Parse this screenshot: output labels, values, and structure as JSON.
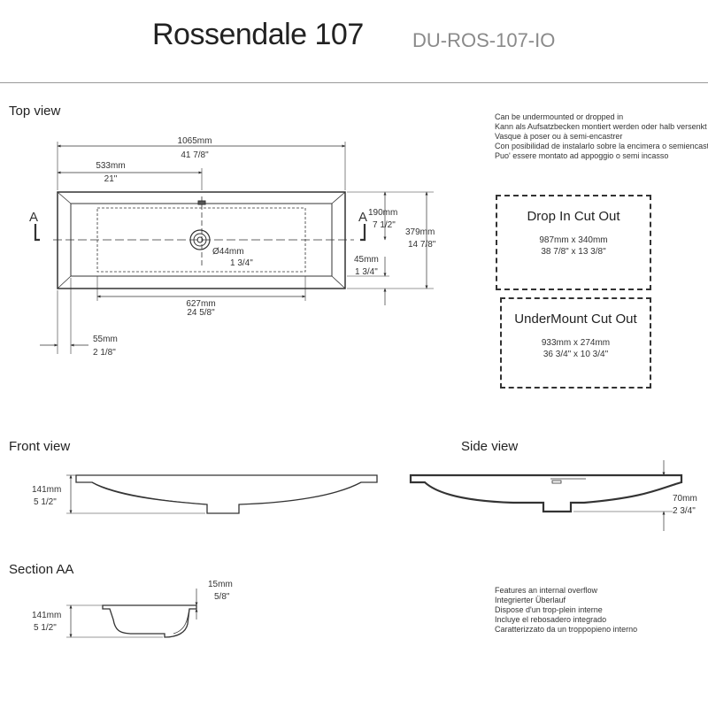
{
  "header": {
    "title": "Rossendale 107",
    "code": "DU-ROS-107-IO"
  },
  "sections": {
    "top": "Top view",
    "front": "Front view",
    "side": "Side view",
    "section": "Section AA"
  },
  "install_notes": [
    "Can be undermounted or dropped in",
    "Kann als Aufsatzbecken montiert werden oder halb versenkt",
    "Vasque à poser ou à semi-encastrer",
    "Con posibilidad de instalarlo sobre la encimera o semiencastrado",
    "Puo' essere montato ad appoggio o semi incasso"
  ],
  "overflow_notes": [
    "Features an internal overflow",
    "Integrierter Überlauf",
    "Dispose d'un trop-plein interne",
    "Incluye el rebosadero integrado",
    "Caratterizzato da un troppopieno interno"
  ],
  "drop_in": {
    "title": "Drop In Cut Out",
    "mm": "987mm x 340mm",
    "in": "38 7/8\" x 13 3/8\""
  },
  "undermount": {
    "title": "UnderMount Cut Out",
    "mm": "933mm x 274mm",
    "in": "36 3/4\" x 10 3/4\""
  },
  "dims": {
    "width_mm": "1065mm",
    "width_in": "41 7/8\"",
    "half_mm": "533mm",
    "half_in": "21\"",
    "basin_mm": "627mm",
    "basin_in": "24 5/8\"",
    "edge_mm": "55mm",
    "edge_in": "2 1/8\"",
    "waste_mm": "Ø44mm",
    "waste_in": "1 3/4\"",
    "tap_mm": "190mm",
    "tap_in": "7 1/2\"",
    "depth_mm": "379mm",
    "depth_in": "14 7/8\"",
    "front_edge_mm": "45mm",
    "front_edge_in": "1 3/4\"",
    "height_mm": "141mm",
    "height_in": "5 1/2\"",
    "side_mm": "70mm",
    "side_in": "2 3/4\"",
    "rim_mm": "15mm",
    "rim_in": "5/8\"",
    "sec_height_mm": "141mm",
    "sec_height_in": "5 1/2\"",
    "section_marker": "A"
  }
}
